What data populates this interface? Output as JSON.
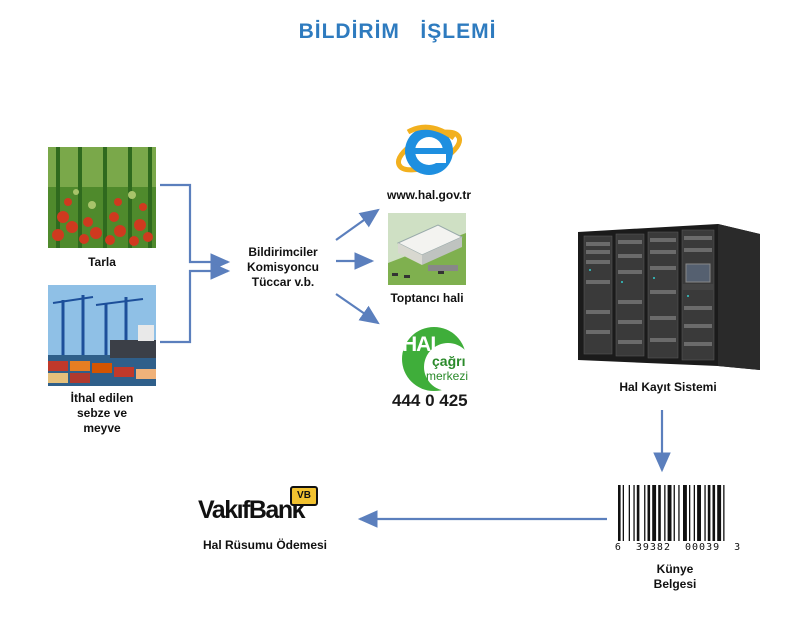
{
  "title": "BİLDİRİM   İŞLEMİ",
  "sources": {
    "field": "Tarla",
    "import_line1": "İthal edilen",
    "import_line2": "sebze ve",
    "import_line3": "meyve"
  },
  "notifiers": {
    "line1": "Bildirimciler",
    "line2": "Komisyoncu",
    "line3": "Tüccar  v.b."
  },
  "channels": {
    "website": "www.hal.gov.tr",
    "wholesale": "Toptancı hali",
    "callcenter_logo_hal": "HAL",
    "callcenter_logo_cagri": "çağrı",
    "callcenter_logo_merkezi": "merkezi",
    "callcenter_number": "444 0 425"
  },
  "system": {
    "label": "Hal  Kayıt Sistemi"
  },
  "certificate": {
    "barcode_digits": "6  39382  00039  3",
    "line1": "Künye",
    "line2": "Belgesi"
  },
  "bank": {
    "logo_text": "VakıfBank",
    "logo_badge": "VB",
    "label": "Hal Rüsumu Ödemesi"
  },
  "colors": {
    "title": "#2e7bbf",
    "arrow": "#5b7fbd",
    "hal_green": "#3fae3a"
  }
}
